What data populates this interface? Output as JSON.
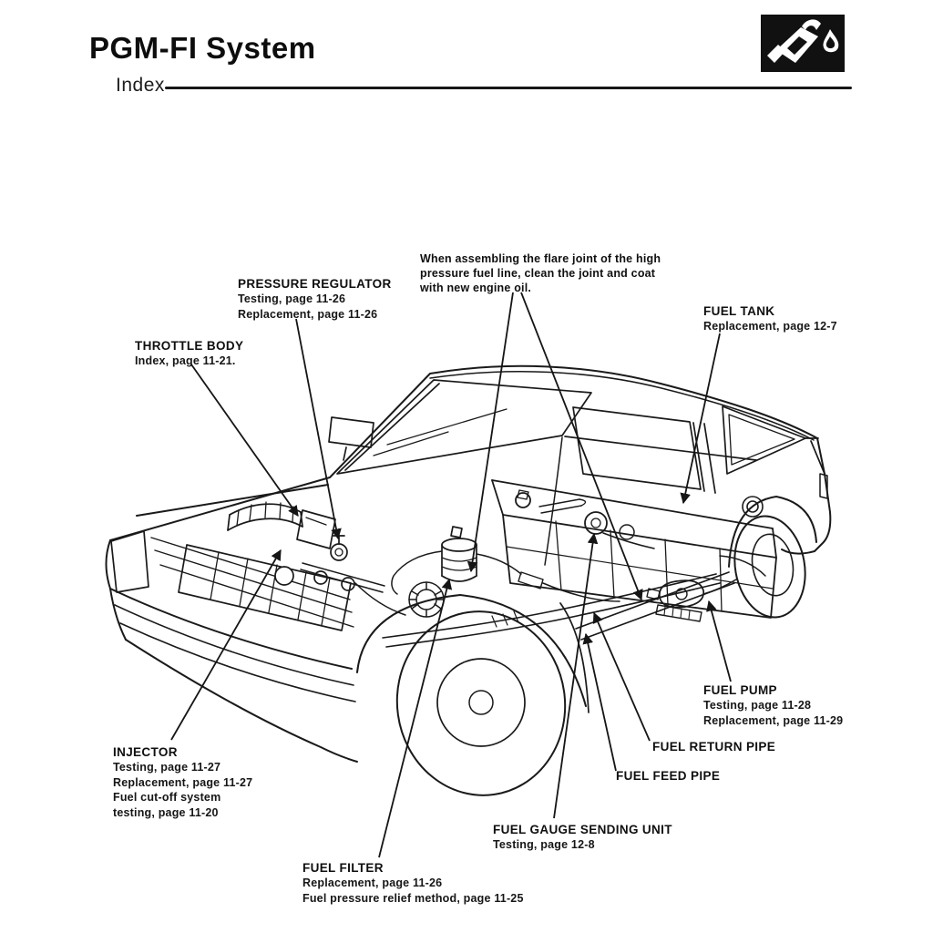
{
  "header": {
    "title": "PGM-FI System",
    "subtitle": "Index",
    "icon": "fuel-nozzle-icon"
  },
  "note": {
    "line1": "When assembling the flare joint of the high",
    "line2": "pressure fuel line, clean the joint and coat",
    "line3": "with new engine oil."
  },
  "callouts": [
    {
      "key": "pressure-regulator",
      "title": "PRESSURE REGULATOR",
      "lines": [
        "Testing, page 11-26",
        "Replacement, page 11-26"
      ]
    },
    {
      "key": "throttle-body",
      "title": "THROTTLE BODY",
      "lines": [
        "Index, page 11-21."
      ]
    },
    {
      "key": "fuel-tank",
      "title": "FUEL TANK",
      "lines": [
        "Replacement, page 12-7"
      ]
    },
    {
      "key": "fuel-pump",
      "title": "FUEL PUMP",
      "lines": [
        "Testing, page 11-28",
        "Replacement, page 11-29"
      ]
    },
    {
      "key": "fuel-return-pipe",
      "title": "FUEL RETURN PIPE",
      "lines": []
    },
    {
      "key": "fuel-feed-pipe",
      "title": "FUEL FEED PIPE",
      "lines": []
    },
    {
      "key": "injector",
      "title": "INJECTOR",
      "lines": [
        "Testing, page 11-27",
        "Replacement, page 11-27",
        "Fuel cut-off system",
        "testing, page 11-20"
      ]
    },
    {
      "key": "fuel-gauge-sending-unit",
      "title": "FUEL GAUGE SENDING UNIT",
      "lines": [
        "Testing, page 12-8"
      ]
    },
    {
      "key": "fuel-filter",
      "title": "FUEL FILTER",
      "lines": [
        "Replacement, page 11-26",
        "Fuel pressure relief method, page 11-25"
      ]
    }
  ],
  "colors": {
    "ink": "#161616",
    "paper": "#ffffff"
  }
}
